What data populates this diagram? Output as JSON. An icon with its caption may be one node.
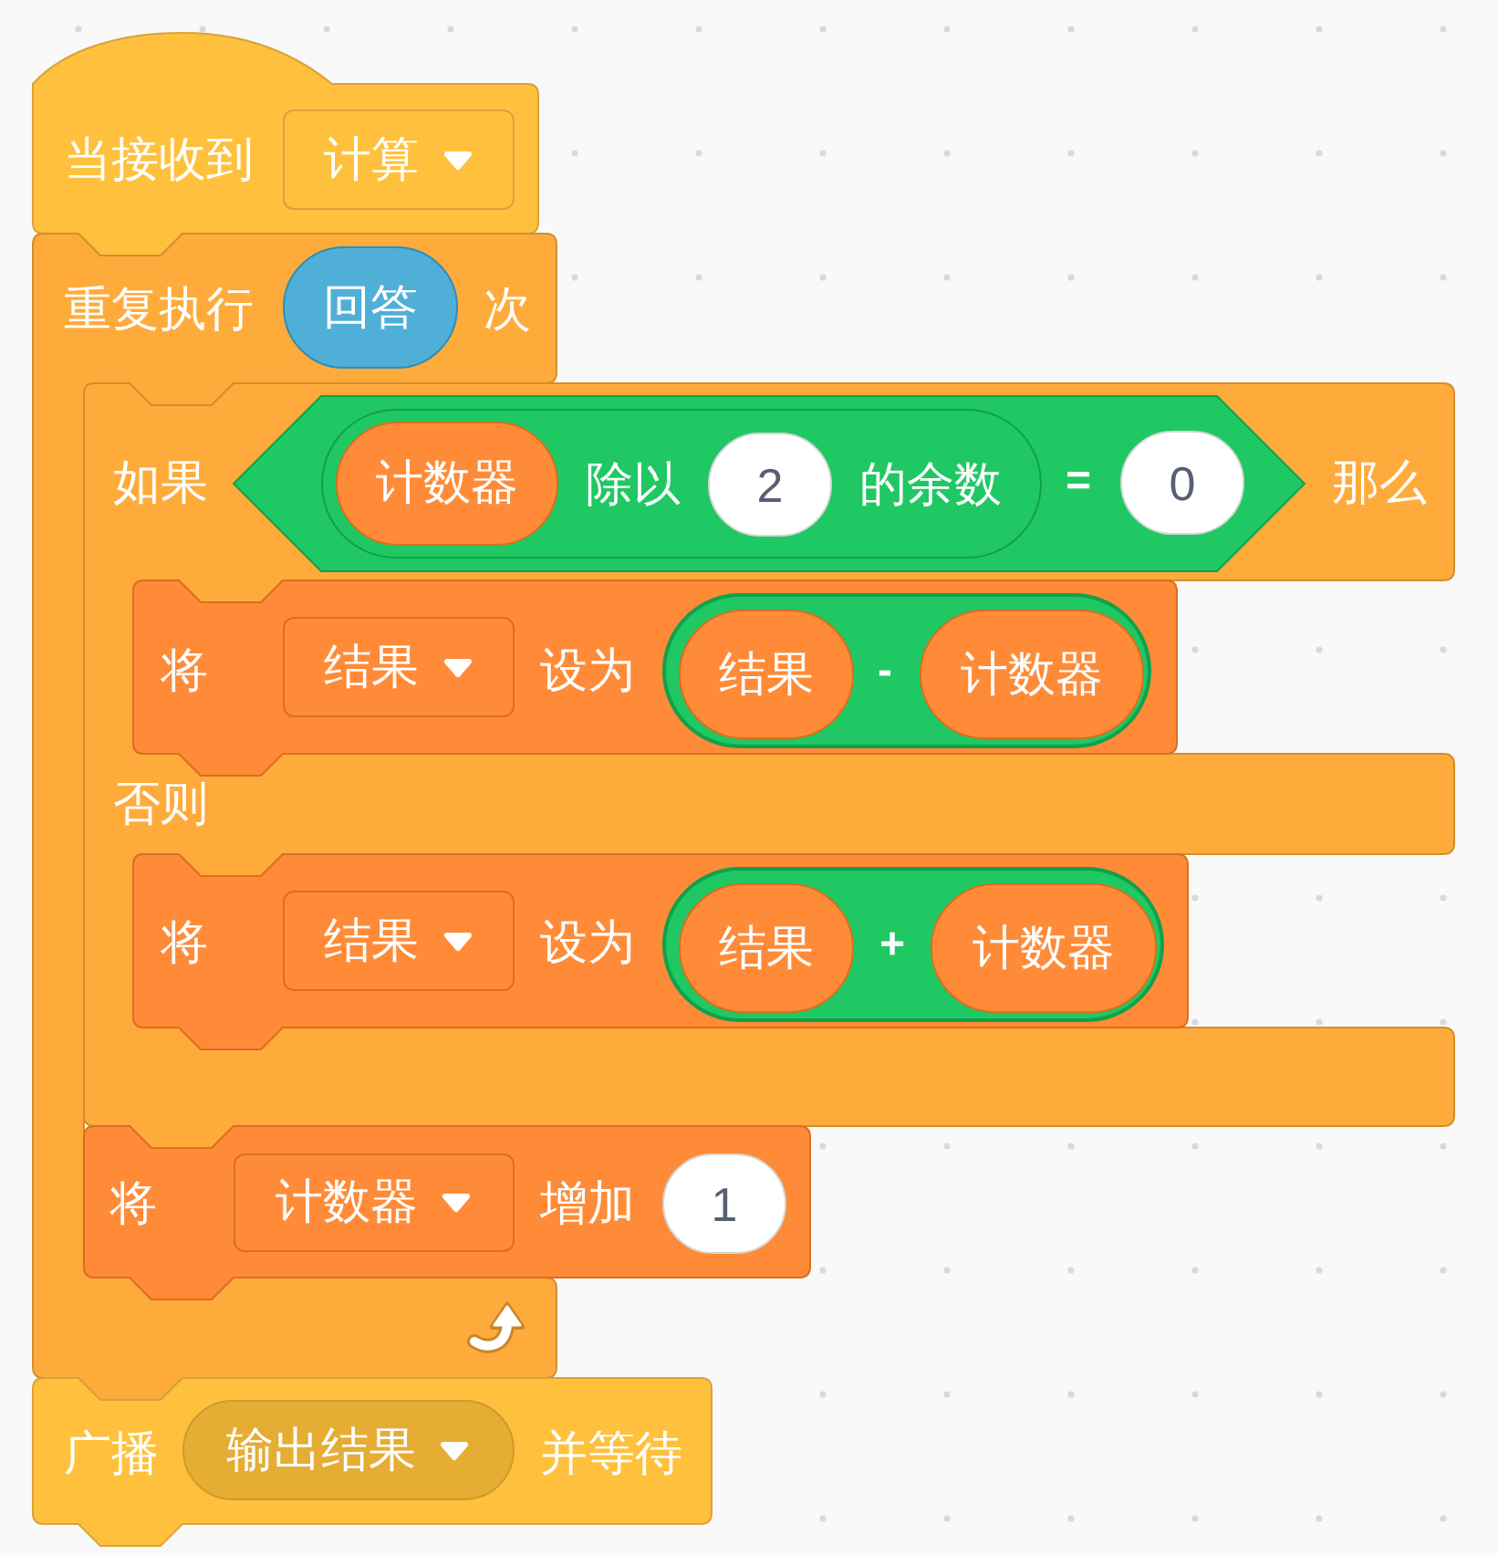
{
  "diagram": {
    "nodes": [
      {
        "text": [
          "当接收到"
        ]
      },
      {
        "text": [
          "计算"
        ],
        "in": 0
      },
      {
        "text": [
          "重复执行",
          "次"
        ]
      },
      {
        "text": [
          "回答"
        ],
        "in": 2
      },
      {
        "text": [
          "如果",
          "那么",
          "否则"
        ]
      },
      {
        "text": [
          "="
        ],
        "in": 4
      },
      {
        "text": [
          "除以",
          "的余数"
        ],
        "in": 5
      },
      {
        "text": [
          "计数器"
        ],
        "in": 6
      },
      {
        "text": [
          "2"
        ],
        "in": 6
      },
      {
        "text": [
          "0"
        ],
        "in": 5
      },
      {
        "text": [
          "将",
          "设为"
        ],
        "in": 4
      },
      {
        "text": [
          "结果"
        ],
        "in": 10
      },
      {
        "text": [
          "-"
        ],
        "in": 10
      },
      {
        "text": [
          "结果"
        ],
        "in": 12
      },
      {
        "text": [
          "计数器"
        ],
        "in": 12
      },
      {
        "text": [
          "将",
          "设为"
        ],
        "in": 4
      },
      {
        "text": [
          "结果"
        ],
        "in": 15
      },
      {
        "text": [
          "+"
        ],
        "in": 15
      },
      {
        "text": [
          "结果"
        ],
        "in": 17
      },
      {
        "text": [
          "计数器"
        ],
        "in": 17
      },
      {
        "text": [
          "将",
          "增加"
        ]
      },
      {
        "text": [
          "计数器"
        ],
        "in": 20
      },
      {
        "text": [
          "1"
        ],
        "in": 20
      },
      {
        "text": [
          "广播",
          "并等待"
        ]
      },
      {
        "text": [
          "输出结果"
        ],
        "in": 23
      }
    ]
  }
}
